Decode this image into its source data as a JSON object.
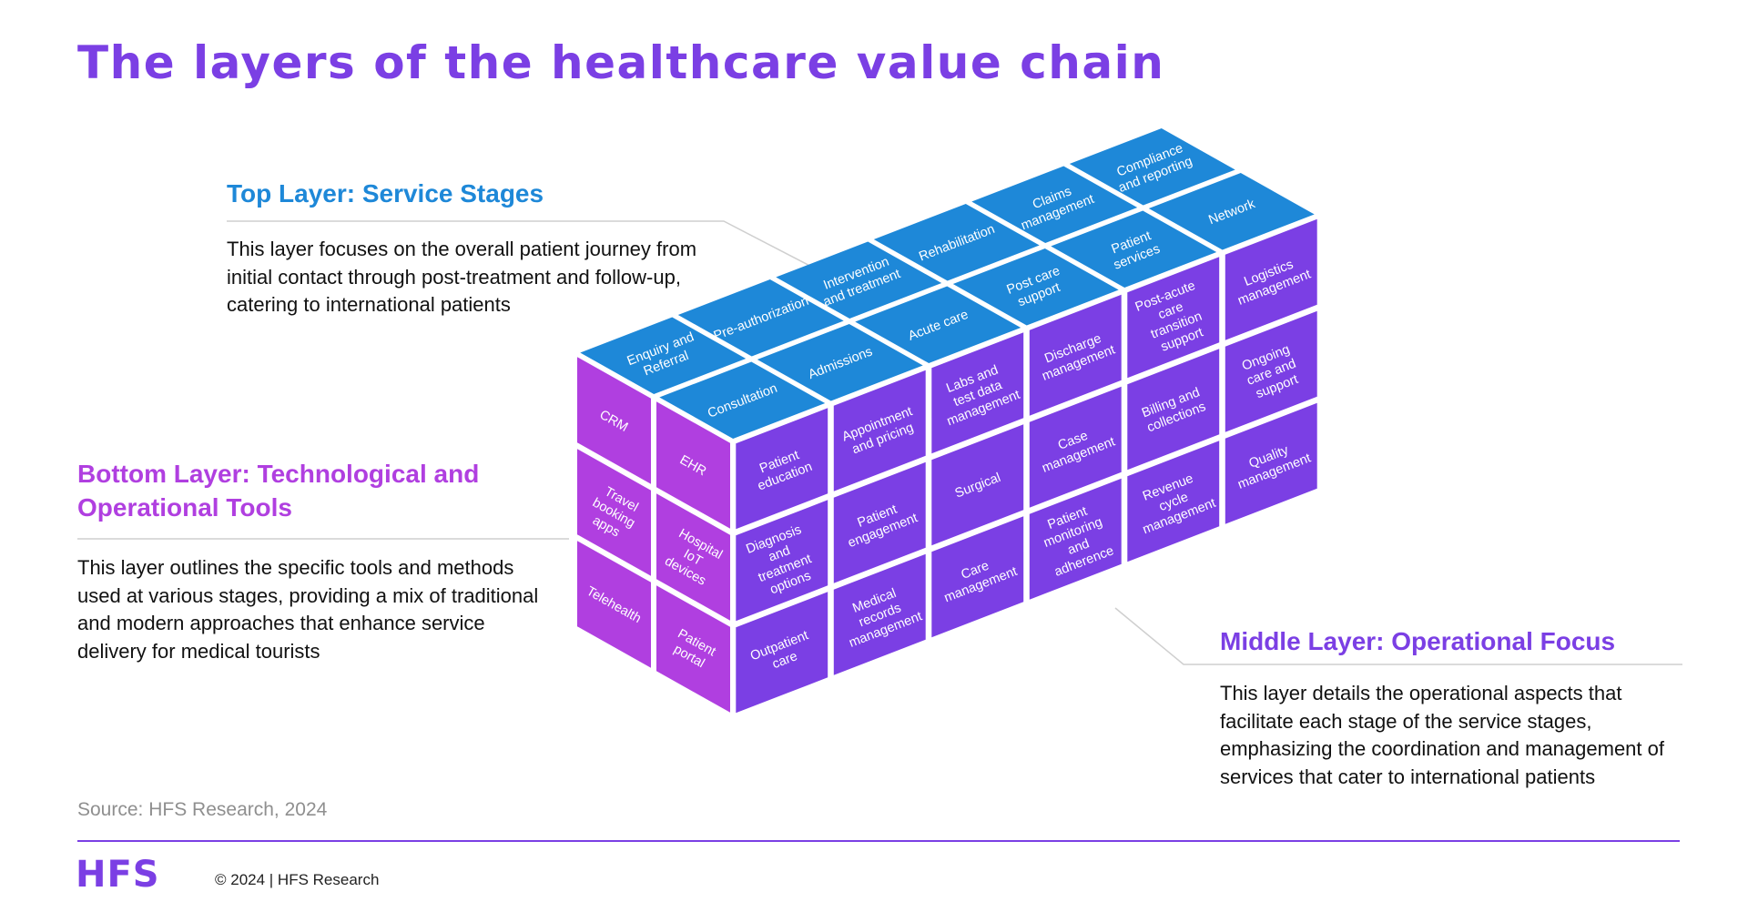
{
  "title": "The layers of the healthcare value chain",
  "top_layer": {
    "heading": "Top Layer: Service Stages",
    "description": "This layer focuses on the overall patient journey from initial contact through post-treatment and follow-up, catering to international patients",
    "cells_front_row": [
      "Consultation",
      "Admissions",
      "Acute care",
      "Post care support",
      "Patient services",
      "Network"
    ],
    "cells_back_row": [
      "Enquiry and Referral",
      "Pre-authorization",
      "Intervention and treatment",
      "Rehabilitation",
      "Claims management",
      "Compliance and reporting"
    ]
  },
  "middle_layer": {
    "heading": "Middle Layer: Operational Focus",
    "description": "This layer details the operational aspects that facilitate each stage of the service stages, emphasizing the coordination and management of services that cater to international patients",
    "cells_row1": [
      "Patient education",
      "Appointment and pricing",
      "Labs and test data management",
      "Discharge management",
      "Post-acute care transition support",
      "Logistics management"
    ],
    "cells_row2": [
      "Diagnosis and treatment options",
      "Patient engagement",
      "Surgical",
      "Case management",
      "Billing and collections",
      "Ongoing care and support"
    ],
    "cells_row3": [
      "Outpatient care",
      "Medical records management",
      "Care management",
      "Patient monitoring and adherence",
      "Revenue cycle management",
      "Quality management"
    ]
  },
  "bottom_layer": {
    "heading": "Bottom Layer: Technological and Operational Tools",
    "description": "This layer outlines the specific tools and methods used at various stages, providing a mix of traditional and modern approaches that enhance service delivery for medical tourists",
    "cells_back_column": [
      "CRM",
      "Travel booking apps",
      "Telehealth"
    ],
    "cells_front_column": [
      "EHR",
      "Hospital IoT devices",
      "Patient portal"
    ]
  },
  "colors": {
    "title": "#7b3fe4",
    "top_layer": "#1e88d8",
    "middle_layer": "#7b3fe4",
    "bottom_layer": "#b03fe0"
  },
  "footer": {
    "source": "Source: HFS Research, 2024",
    "logo": "HFS",
    "copyright": "© 2024 | HFS Research"
  }
}
